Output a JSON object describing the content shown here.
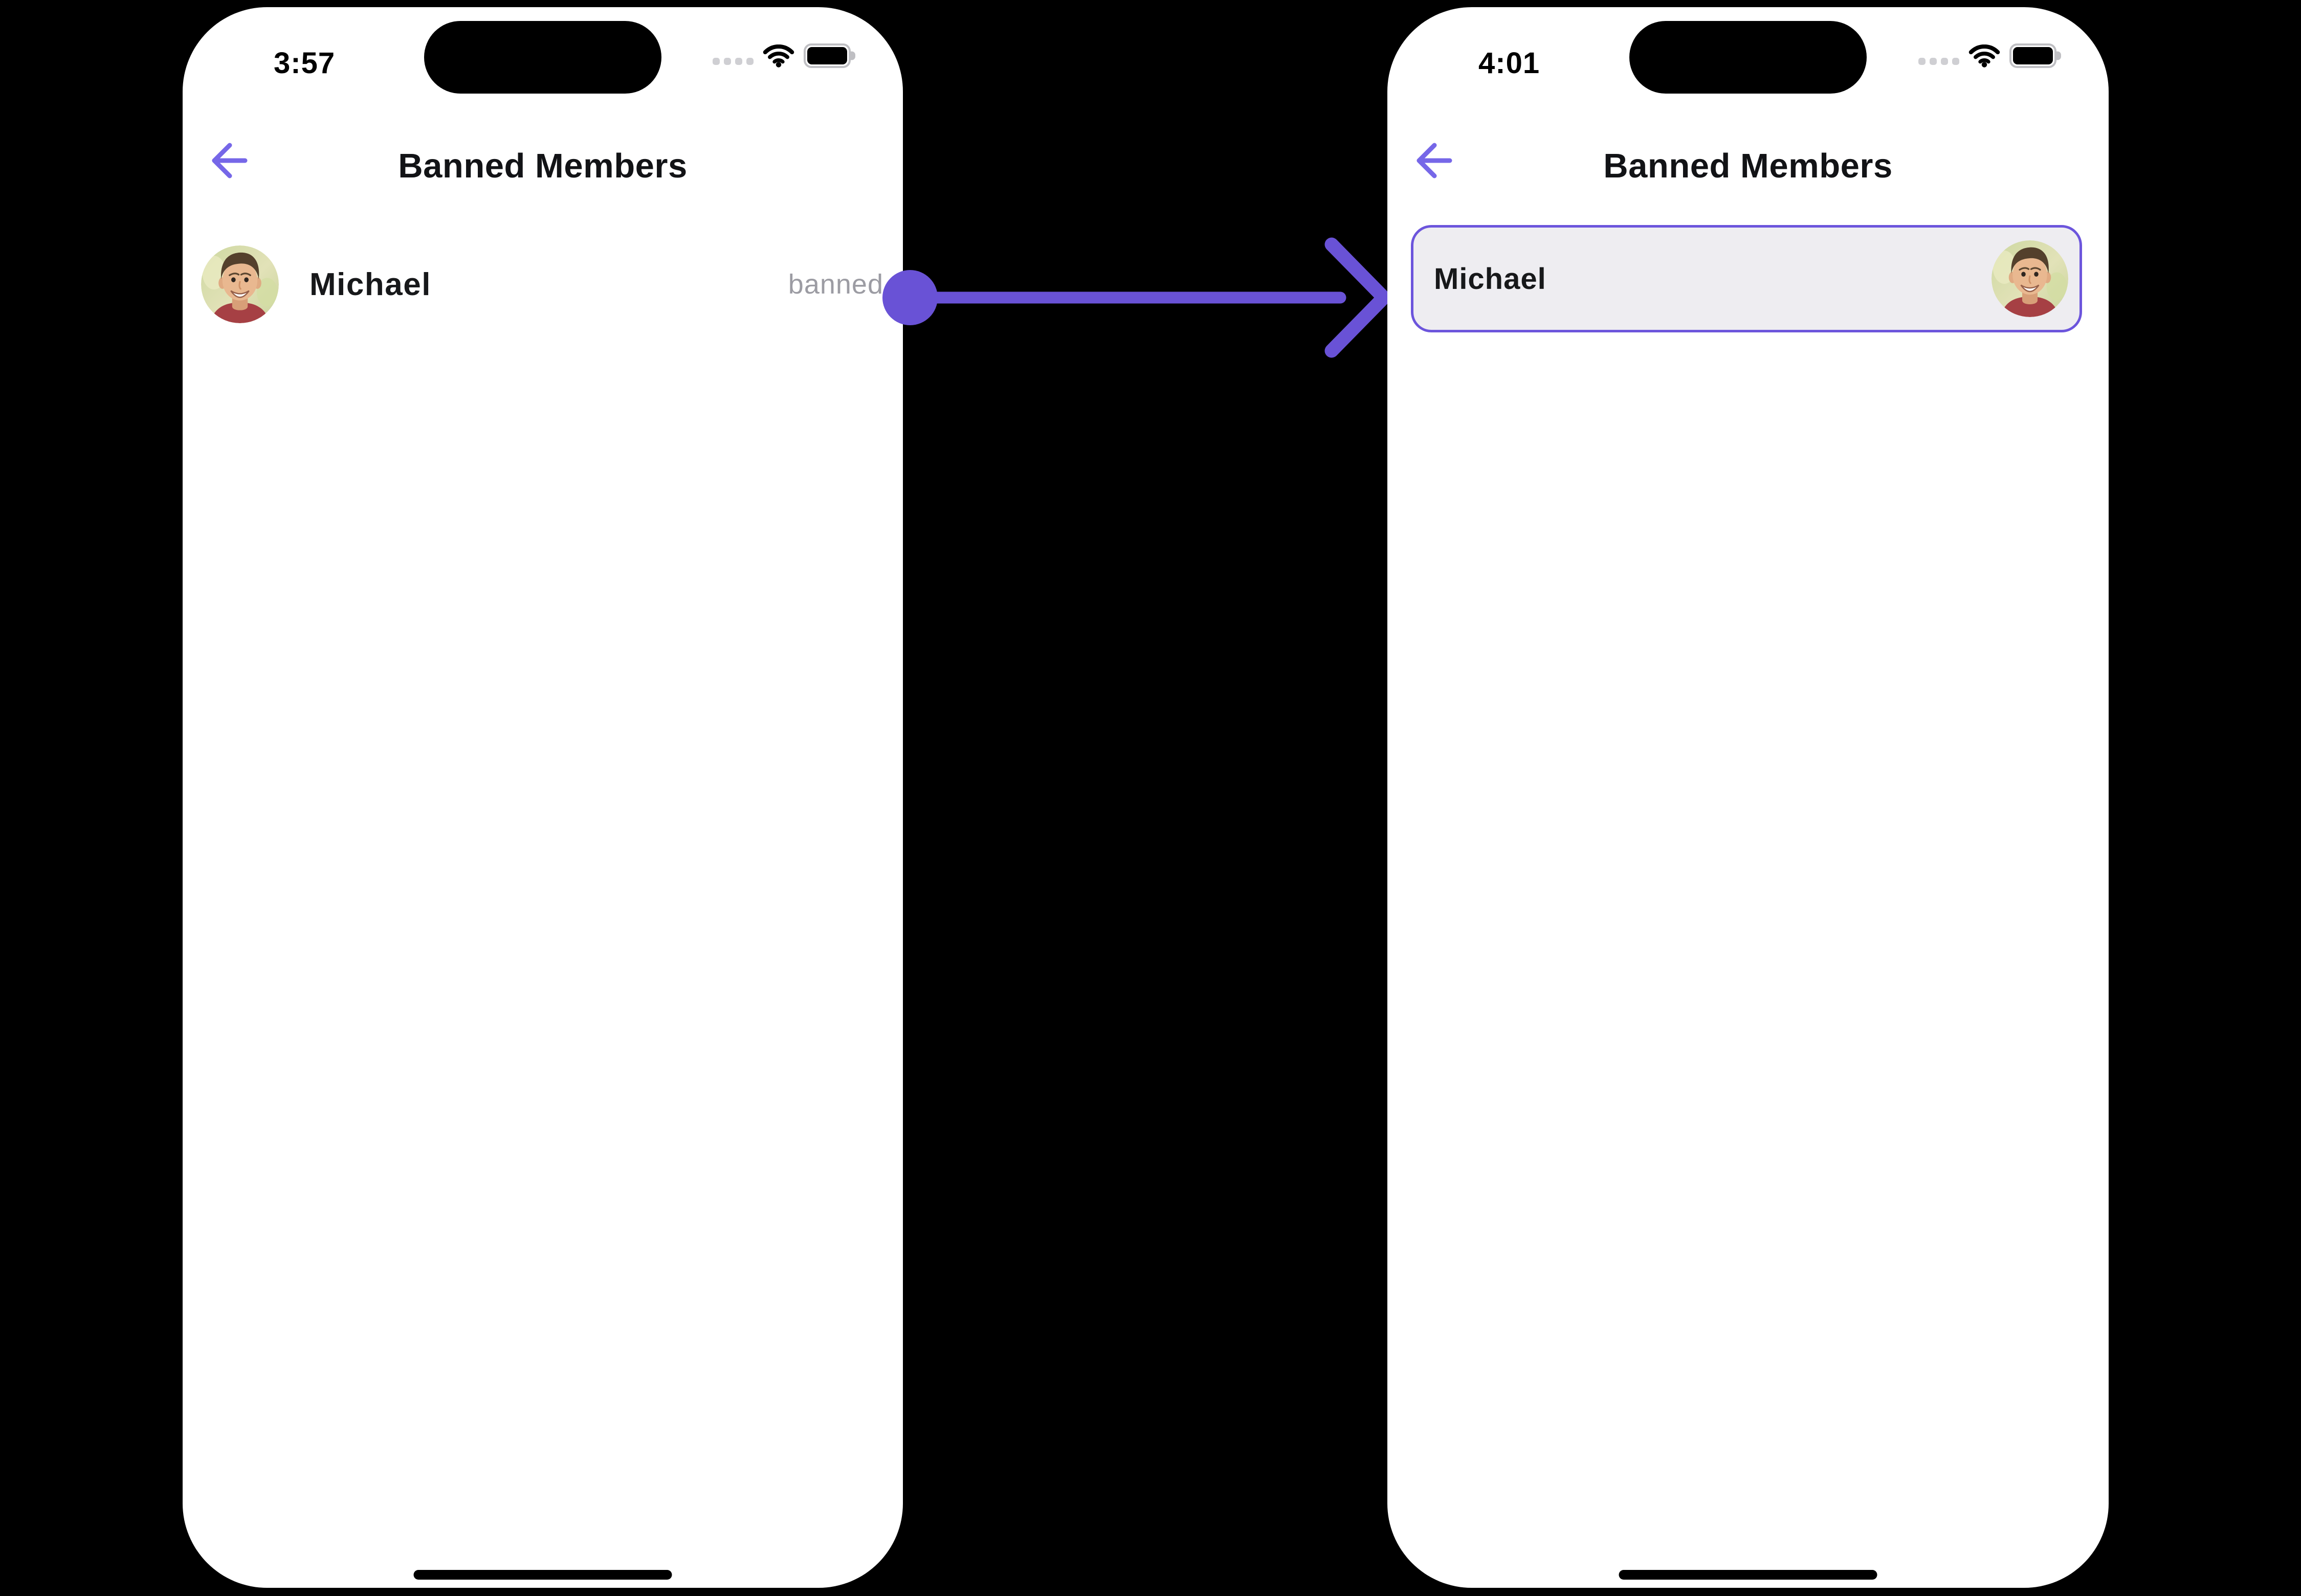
{
  "colors": {
    "canvas_background": "#000000",
    "phone_background": "#FFFFFF",
    "accent_purple": "#6952D6",
    "back_arrow_purple": "#7667E8",
    "card_border_purple": "#6C55DC",
    "card_background": "#EEEDF1",
    "title_text": "#121316",
    "name_text": "#17181A",
    "muted_status_text": "#9C9CA3",
    "status_bar_gray": "#CFCFD3"
  },
  "icons": {
    "back": "back-arrow-icon",
    "cellular": "cellular-dots-icon",
    "wifi": "wifi-icon",
    "battery": "battery-icon",
    "avatar": "michael-avatar",
    "annotation": "flow-arrow-icon"
  },
  "left_phone": {
    "status_bar": {
      "time": "3:57"
    },
    "header": {
      "title": "Banned Members"
    },
    "member": {
      "name": "Michael",
      "status_label": "banned"
    }
  },
  "right_phone": {
    "status_bar": {
      "time": "4:01"
    },
    "header": {
      "title": "Banned Members"
    },
    "member_card": {
      "name": "Michael"
    }
  },
  "annotation": {
    "type": "arrow",
    "direction": "left-to-right",
    "meaning": "tapping banned member row opens highlighted member card"
  }
}
